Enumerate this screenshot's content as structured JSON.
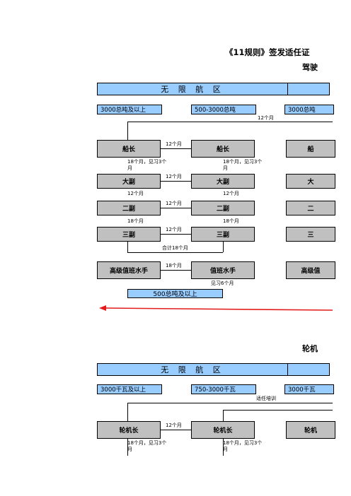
{
  "title": "《11规则》签发适任证",
  "deck": {
    "section_title": "驾驶",
    "header_left": "无 限 航 区",
    "tiers": [
      "3000总吨及以上",
      "500-3000总吨",
      "3000总吨"
    ],
    "top_note": "12个月",
    "ranks_col1": [
      "船长",
      "大副",
      "二副",
      "三副",
      "高级值班水手"
    ],
    "ranks_col2": [
      "船长",
      "大副",
      "二副",
      "三副",
      "值班水手"
    ],
    "ranks_col3": [
      "船",
      "大",
      "二",
      "三",
      "高级值"
    ],
    "between": [
      "12个月",
      "12个月",
      "12个月",
      "12个月",
      "18个月"
    ],
    "col1_notes": [
      "18个月，见习3个月",
      "12个月",
      "18个月"
    ],
    "col2_notes": [
      "18个月，见习3个月",
      "12个月",
      "18个月"
    ],
    "total_note": "合计18个月",
    "bottom_note": "见习6个月",
    "bottom_tier": "500总吨及以上"
  },
  "engine": {
    "section_title": "轮机",
    "header_left": "无 限 航 区",
    "tiers": [
      "3000千瓦及以上",
      "750-3000千瓦",
      "3000千瓦"
    ],
    "top_note": "适任培训",
    "ranks": [
      "轮机长",
      "轮机长",
      "轮机"
    ],
    "between": "12个月",
    "col1_note": "18个月，见习3个月",
    "col2_note": "18个月，见习3个月"
  },
  "colors": {
    "header_fill": "#99ccff",
    "box_fill": "#c0c0c0",
    "arrow": "#e31b1b"
  }
}
